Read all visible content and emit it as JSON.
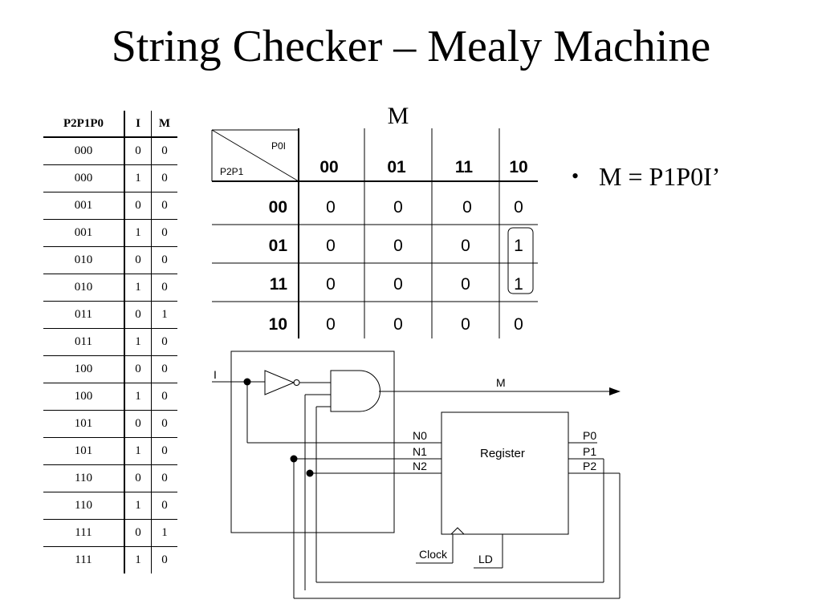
{
  "slide": {
    "title": "String Checker – Mealy Machine"
  },
  "truth_table": {
    "headers": [
      "P2P1P0",
      "I",
      "M"
    ],
    "rows": [
      [
        "000",
        "0",
        "0"
      ],
      [
        "000",
        "1",
        "0"
      ],
      [
        "001",
        "0",
        "0"
      ],
      [
        "001",
        "1",
        "0"
      ],
      [
        "010",
        "0",
        "0"
      ],
      [
        "010",
        "1",
        "0"
      ],
      [
        "011",
        "0",
        "1"
      ],
      [
        "011",
        "1",
        "0"
      ],
      [
        "100",
        "0",
        "0"
      ],
      [
        "100",
        "1",
        "0"
      ],
      [
        "101",
        "0",
        "0"
      ],
      [
        "101",
        "1",
        "0"
      ],
      [
        "110",
        "0",
        "0"
      ],
      [
        "110",
        "1",
        "0"
      ],
      [
        "111",
        "0",
        "1"
      ],
      [
        "111",
        "1",
        "0"
      ]
    ]
  },
  "kmap": {
    "label": "M",
    "corner_top": "P0I",
    "corner_bottom": "P2P1",
    "col_headers": [
      "00",
      "01",
      "11",
      "10"
    ],
    "row_headers": [
      "00",
      "01",
      "11",
      "10"
    ],
    "values": [
      [
        "0",
        "0",
        "0",
        "0"
      ],
      [
        "0",
        "0",
        "0",
        "1"
      ],
      [
        "0",
        "0",
        "0",
        "1"
      ],
      [
        "0",
        "0",
        "0",
        "0"
      ]
    ],
    "group": "column 10, rows 01-11"
  },
  "bullets": [
    {
      "dot": "•",
      "text": "M = P1P0I’"
    }
  ],
  "circuit": {
    "input_label": "I",
    "output_label": "M",
    "register_label": "Register",
    "register_inputs": [
      "N0",
      "N1",
      "N2"
    ],
    "register_outputs": [
      "P0",
      "P1",
      "P2"
    ],
    "clock_label": "Clock",
    "ld_label": "LD"
  }
}
